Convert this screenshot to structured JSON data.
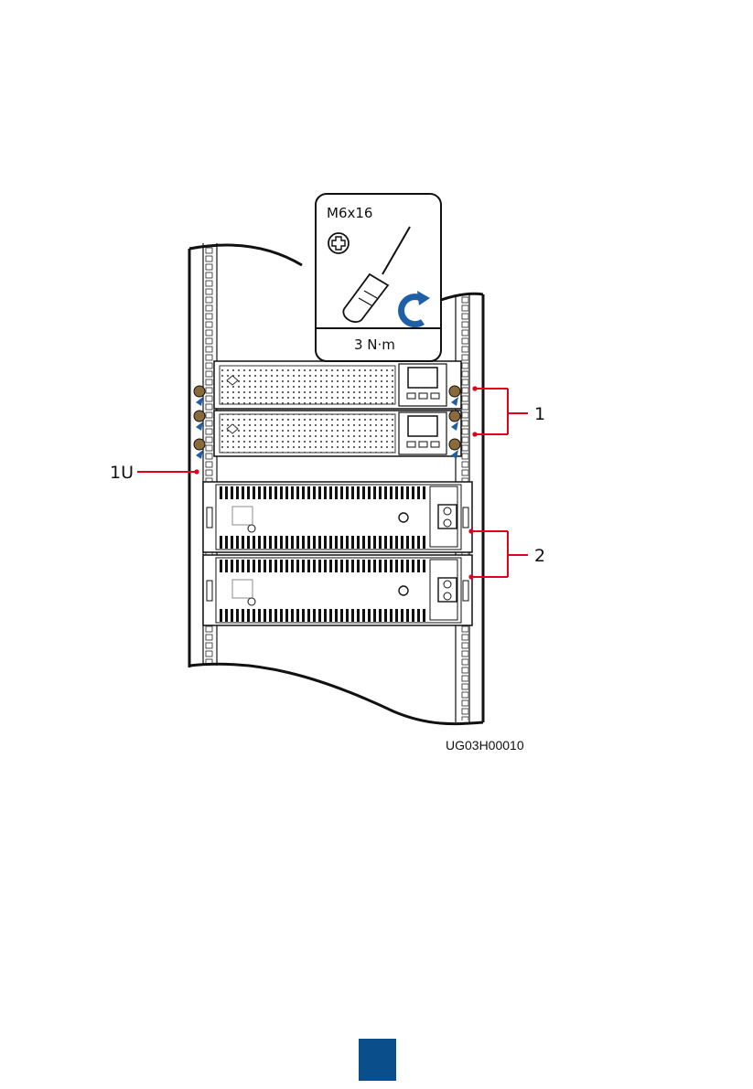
{
  "figure": {
    "callout": {
      "screw_spec": "M6x16",
      "torque": "3 N·m"
    },
    "labels": {
      "rack_unit": "1U",
      "item_1": "1",
      "item_2": "2"
    },
    "figure_code": "UG03H00010"
  },
  "colors": {
    "accent_red": "#e2001a",
    "rotate_blue": "#1f5fa8",
    "page_badge": "#0b4e8c"
  },
  "icons": [
    "phillips-head-icon",
    "screwdriver-icon",
    "clockwise-rotate-icon"
  ]
}
